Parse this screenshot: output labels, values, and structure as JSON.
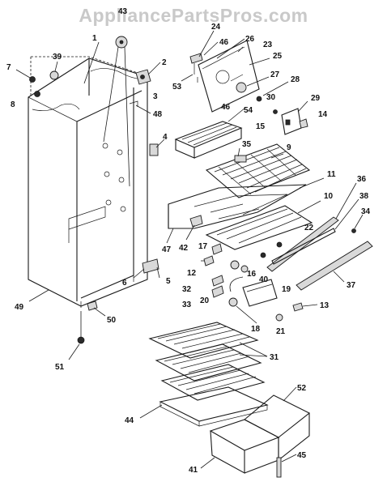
{
  "watermark": "AppliancePartsPros.com",
  "callouts": [
    "1",
    "2",
    "3",
    "4",
    "5",
    "6",
    "7",
    "8",
    "9",
    "10",
    "11",
    "12",
    "13",
    "14",
    "15",
    "16",
    "17",
    "18",
    "19",
    "20",
    "21",
    "22",
    "23",
    "24",
    "25",
    "26",
    "27",
    "28",
    "29",
    "30",
    "31",
    "32",
    "33",
    "34",
    "35",
    "36",
    "37",
    "38",
    "39",
    "40",
    "41",
    "42",
    "43",
    "44",
    "45",
    "46",
    "47",
    "48",
    "49",
    "50",
    "51",
    "52",
    "53",
    "54"
  ]
}
